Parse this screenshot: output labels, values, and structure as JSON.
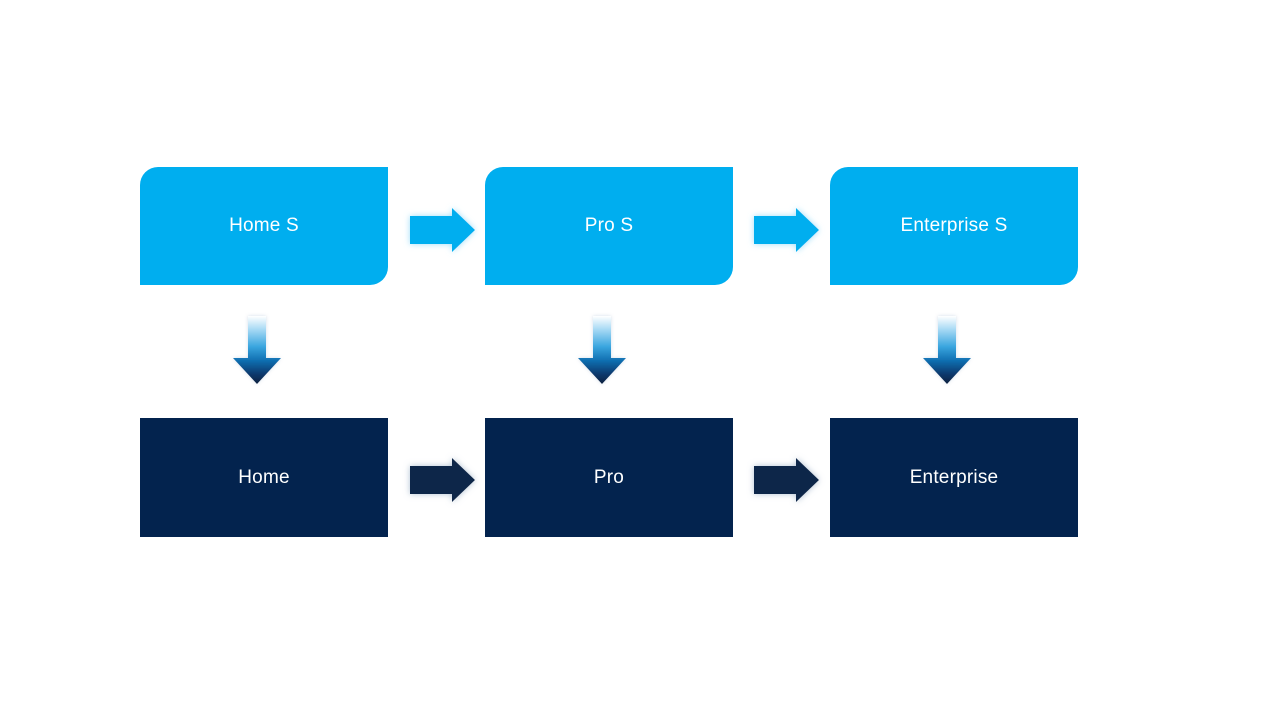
{
  "diagram": {
    "background": "#FFFFFF",
    "columns": [
      {
        "top_label": "Home S",
        "bottom_label": "Home"
      },
      {
        "top_label": "Pro S",
        "bottom_label": "Pro"
      },
      {
        "top_label": "Enterprise S",
        "bottom_label": "Enterprise"
      }
    ],
    "colors": {
      "top_box_fill": "#00AEEF",
      "bottom_box_fill": "#03234E",
      "label_text": "#FFFFFF",
      "top_arrow_fill": "#00AEEF",
      "top_arrow_glow": "#8ED8F8",
      "bottom_arrow_fill": "#10284A",
      "bottom_arrow_glow": "#A7B9CE",
      "down_arrow_glow": "#9FB6CF",
      "down_gradient": {
        "stop0": "#FFFFFF",
        "stop1": "#A6D9F4",
        "stop2": "#3AA6DF",
        "stop3": "#1170B2",
        "stop4": "#0A3A6E",
        "stop5": "#07203F"
      }
    }
  }
}
